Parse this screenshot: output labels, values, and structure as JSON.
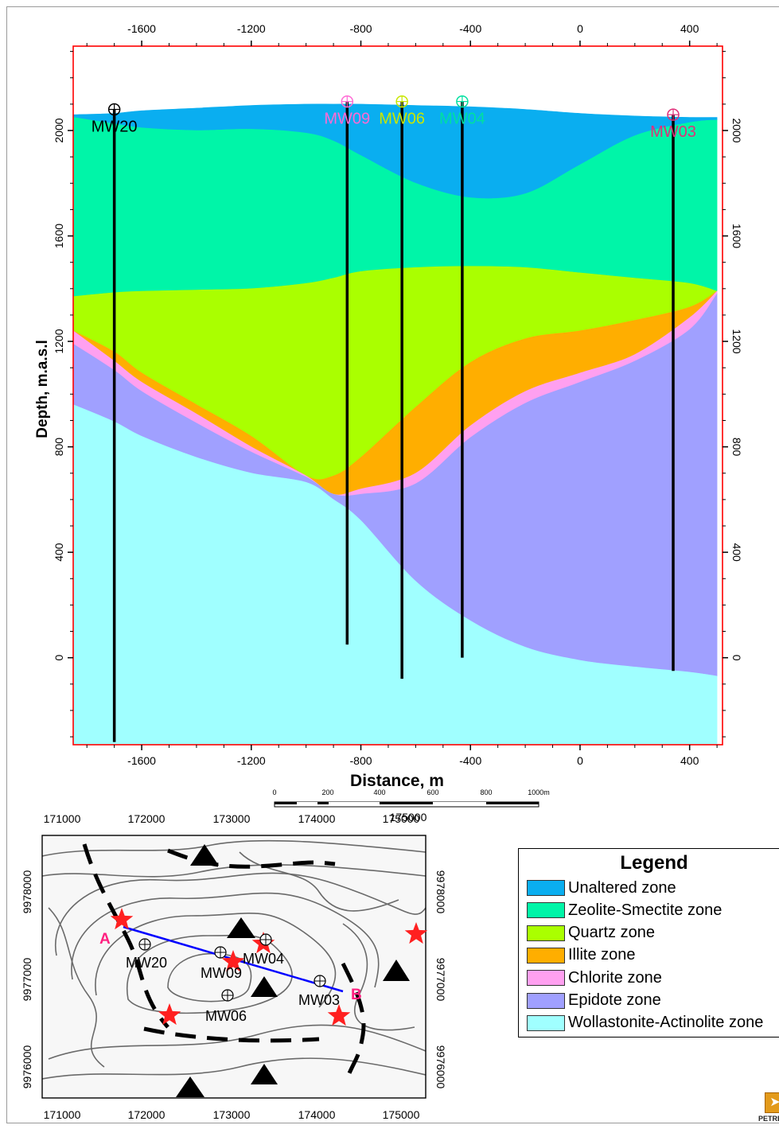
{
  "chart_data": {
    "type": "area",
    "xlabel": "Distance, m",
    "ylabel": "Depth, m.a.s.l",
    "xlim": [
      -1850,
      520
    ],
    "ylim": [
      -330,
      2320
    ],
    "x_ticks": [
      -1600,
      -1200,
      -800,
      -400,
      0,
      400
    ],
    "y_ticks": [
      0,
      400,
      800,
      1200,
      1600,
      2000
    ],
    "grid": false,
    "x": [
      -1850,
      -1700,
      -1600,
      -1400,
      -1200,
      -1000,
      -900,
      -800,
      -600,
      -400,
      -200,
      0,
      200,
      400,
      500
    ],
    "boundaries": {
      "ground_surface": [
        2060,
        2065,
        2075,
        2085,
        2095,
        2100,
        2100,
        2100,
        2095,
        2090,
        2080,
        2065,
        2055,
        2050,
        2050
      ],
      "zeolite_top": [
        2050,
        2025,
        2010,
        2000,
        2005,
        1990,
        1960,
        1905,
        1800,
        1745,
        1760,
        1870,
        1980,
        2030,
        2040
      ],
      "quartz_top": [
        1370,
        1385,
        1390,
        1395,
        1400,
        1420,
        1440,
        1465,
        1480,
        1485,
        1480,
        1460,
        1440,
        1420,
        1390
      ],
      "illite_top": [
        1240,
        1160,
        1080,
        960,
        840,
        690,
        690,
        760,
        950,
        1120,
        1210,
        1240,
        1280,
        1330,
        1390
      ],
      "chlorite_top": [
        1240,
        1125,
        1045,
        925,
        800,
        690,
        620,
        640,
        700,
        880,
        1010,
        1080,
        1150,
        1290,
        1390
      ],
      "epidote_top": [
        1190,
        1090,
        1010,
        890,
        780,
        685,
        620,
        620,
        660,
        835,
        965,
        1045,
        1125,
        1245,
        1380
      ],
      "wollastonite_top": [
        960,
        895,
        840,
        760,
        700,
        665,
        600,
        520,
        290,
        140,
        40,
        -10,
        -35,
        -55,
        -70
      ],
      "bottom": [
        -330,
        -330,
        -330,
        -330,
        -330,
        -330,
        -330,
        -330,
        -330,
        -330,
        -330,
        -330,
        -330,
        -330,
        -330
      ]
    },
    "wells": [
      {
        "name": "MW20",
        "x": -1700,
        "top": 2080,
        "bottom": -320,
        "color": "#000000"
      },
      {
        "name": "MW09",
        "x": -850,
        "top": 2110,
        "bottom": 50,
        "color": "#ff6ad5"
      },
      {
        "name": "MW06",
        "x": -650,
        "top": 2110,
        "bottom": -80,
        "color": "#c8e600"
      },
      {
        "name": "MW04",
        "x": -430,
        "top": 2110,
        "bottom": 0,
        "color": "#00e0a0"
      },
      {
        "name": "MW03",
        "x": 340,
        "top": 2060,
        "bottom": -50,
        "color": "#e0307a"
      }
    ],
    "colors": {
      "unaltered": "#0aaef0",
      "zeolite": "#00f5a8",
      "quartz": "#aaff00",
      "illite": "#ffae00",
      "chlorite": "#ffa0f0",
      "epidote": "#a0a0ff",
      "wollastonite": "#a0ffff"
    },
    "scale_bar": {
      "labels": [
        "0",
        "200",
        "400",
        "600",
        "800",
        "1000m"
      ],
      "overlap_label": "175000"
    }
  },
  "legend": {
    "title": "Legend",
    "items": [
      {
        "label": "Unaltered zone",
        "color": "#0aaef0"
      },
      {
        "label": "Zeolite-Smectite zone",
        "color": "#00f5a8"
      },
      {
        "label": "Quartz zone",
        "color": "#aaff00"
      },
      {
        "label": "Illite zone",
        "color": "#ffae00"
      },
      {
        "label": "Chlorite zone",
        "color": "#ffa0f0"
      },
      {
        "label": "Epidote zone",
        "color": "#a0a0ff"
      },
      {
        "label": "Wollastonite-Actinolite zone",
        "color": "#a0ffff"
      }
    ]
  },
  "map": {
    "x_ticks": [
      "171000",
      "172000",
      "173000",
      "174000",
      "175000"
    ],
    "y_ticks": [
      "9978000",
      "9977000",
      "9976000"
    ],
    "section_start": "A",
    "section_end": "B",
    "wells": [
      "MW20",
      "MW09",
      "MW04",
      "MW06",
      "MW03"
    ],
    "line_color": "#0000ff",
    "star_color": "#ff2020"
  },
  "logo": {
    "text": "PETREL",
    "icon": "petrel-logo-icon"
  }
}
